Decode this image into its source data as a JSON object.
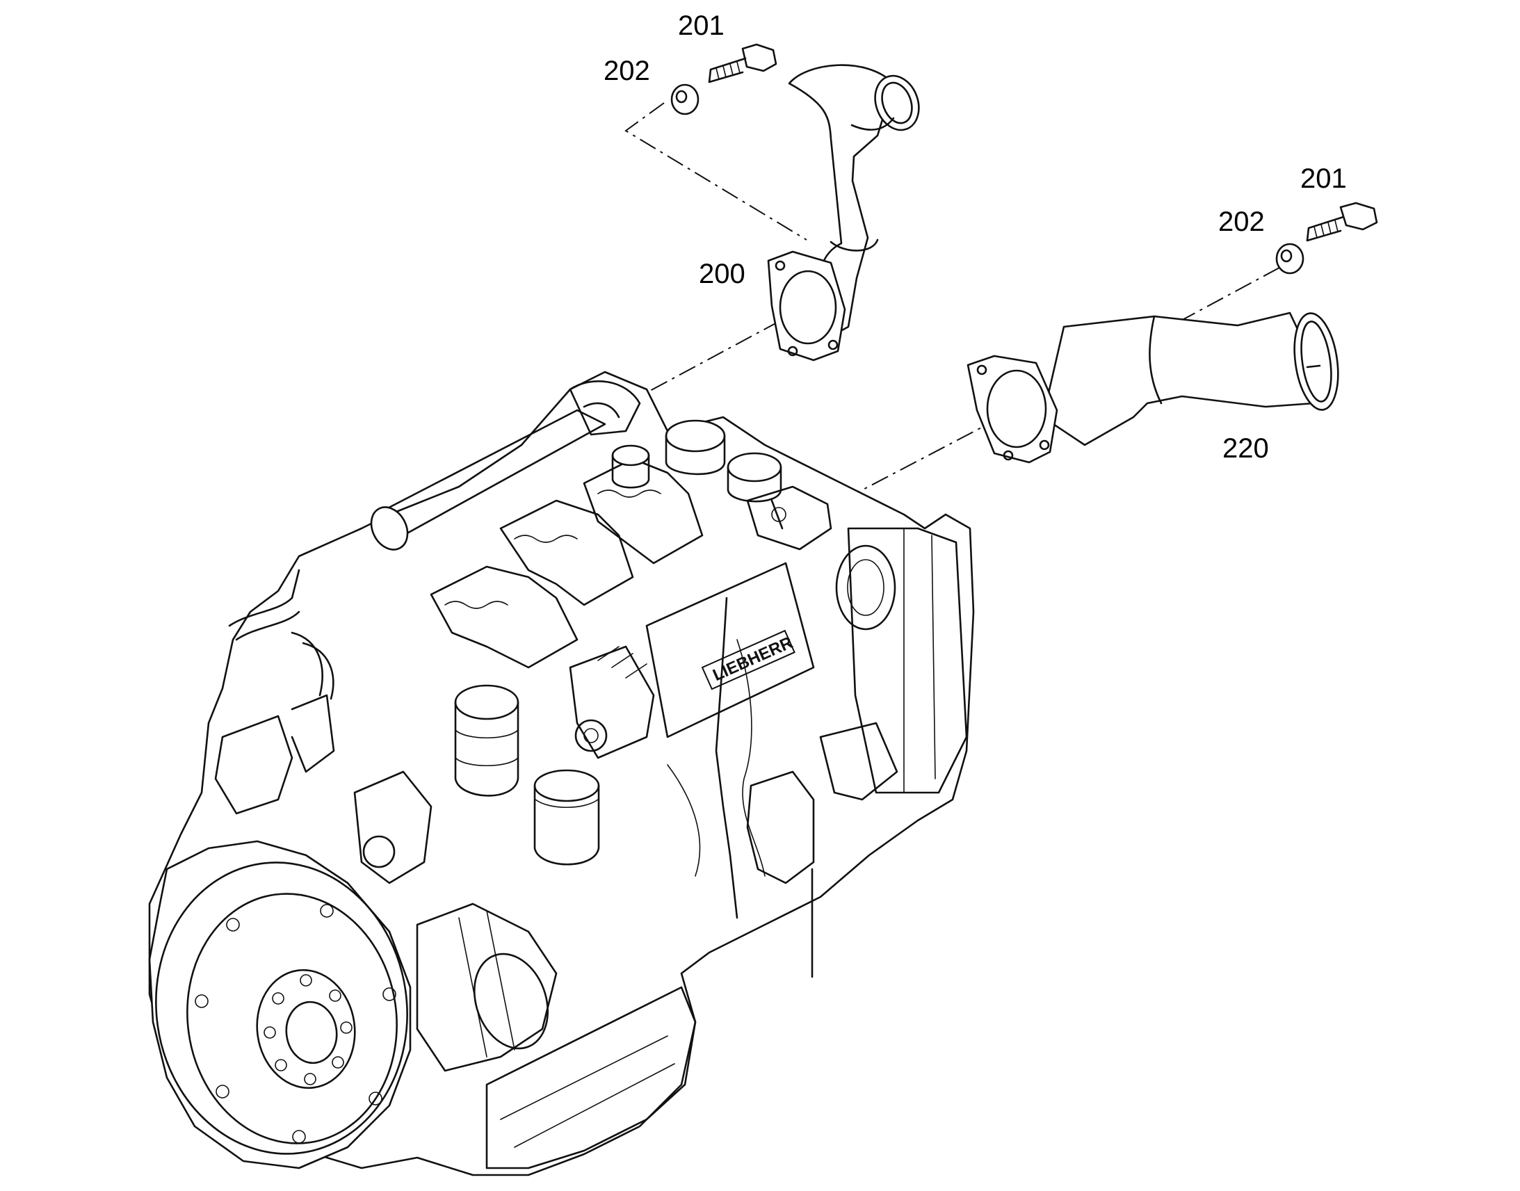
{
  "callouts": {
    "bolt_a": "201",
    "washer_a": "202",
    "pipe_a": "200",
    "bolt_b": "201",
    "washer_b": "202",
    "pipe_b": "220"
  },
  "engine": {
    "badge_text": "LIEBHERR"
  }
}
